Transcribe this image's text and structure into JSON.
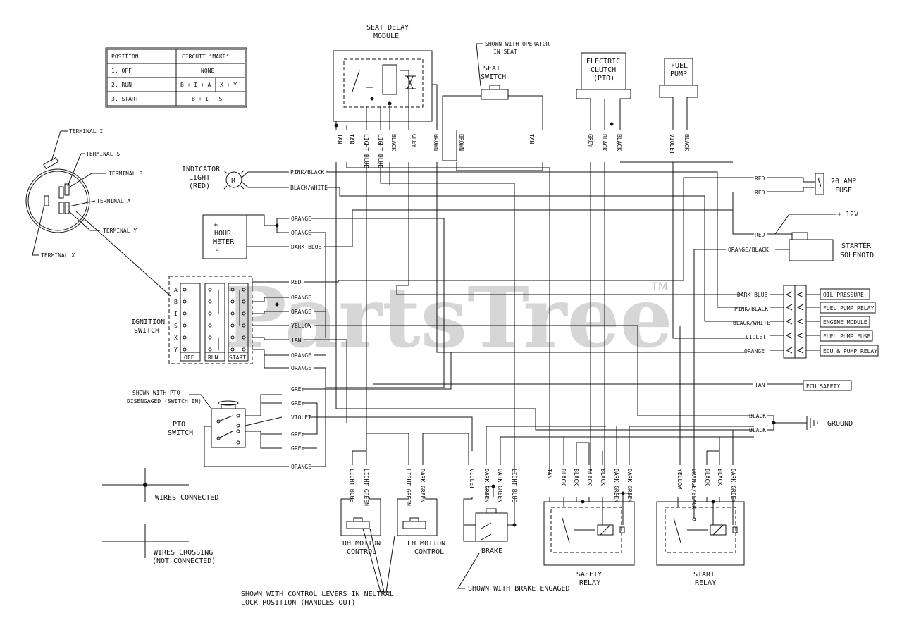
{
  "watermark": {
    "text": "PartsTree",
    "tm": "TM"
  },
  "position_table": {
    "headers": [
      "POSITION",
      "CIRCUIT \"MAKE\""
    ],
    "rows": [
      {
        "pos": "1. OFF",
        "c1": "NONE",
        "c2": ""
      },
      {
        "pos": "2. RUN",
        "c1": "B + I + A",
        "c2": "X + Y"
      },
      {
        "pos": "3. START",
        "c1": "B + I + S",
        "c2": ""
      }
    ]
  },
  "terminals": {
    "i": "TERMINAL I",
    "s": "TERMINAL S",
    "b": "TERMINAL B",
    "a": "TERMINAL A",
    "y": "TERMINAL Y",
    "x": "TERMINAL X"
  },
  "components": {
    "seat_delay": [
      "SEAT DELAY",
      "MODULE"
    ],
    "seat_note": [
      "SHOWN WITH OPERATOR",
      "IN SEAT"
    ],
    "seat_switch": [
      "SEAT",
      "SWITCH"
    ],
    "clutch": [
      "ELECTRIC",
      "CLUTCH",
      "(PTO)"
    ],
    "fuel_pump": [
      "FUEL",
      "PUMP"
    ],
    "indicator": [
      "INDICATOR",
      "LIGHT",
      "(RED)"
    ],
    "indicator_symbol": "R",
    "hour_meter": [
      "+",
      "HOUR",
      "METER",
      "-"
    ],
    "fuse": [
      "20 AMP",
      "FUSE"
    ],
    "plus12": "+ 12V",
    "starter": [
      "STARTER",
      "SOLENOID"
    ],
    "ignition": [
      "IGNITION",
      "SWITCH"
    ],
    "ign_letters": [
      "A",
      "B",
      "I",
      "S",
      "X",
      "Y"
    ],
    "ign_positions": [
      "OFF",
      "RUN",
      "START"
    ],
    "pto_note": [
      "SHOWN WITH PTO",
      "DISENGAGED (SWITCH IN)"
    ],
    "pto": [
      "PTO",
      "SWITCH"
    ],
    "ground": "GROUND",
    "rh_motion": [
      "RH MOTION",
      "CONTROL"
    ],
    "lh_motion": [
      "LH MOTION",
      "CONTROL"
    ],
    "brake": "BRAKE",
    "safety_relay": [
      "SAFETY",
      "RELAY"
    ],
    "start_relay": [
      "START",
      "RELAY"
    ]
  },
  "connector_labels": [
    "OIL PRESSURE",
    "FUEL PUMP RELAY",
    "ENGINE MODULE",
    "FUEL PUMP FUSE",
    "ECU & PUMP RELAY"
  ],
  "ecu_safety": "ECU SAFETY",
  "legend": {
    "connected": "WIRES CONNECTED",
    "crossing": [
      "WIRES CROSSING",
      "(NOT CONNECTED)"
    ]
  },
  "notes": {
    "levers": [
      "SHOWN WITH CONTROL LEVERS IN NEUTRAL",
      "LOCK POSITION (HANDLES OUT)"
    ],
    "brake": "SHOWN WITH BRAKE ENGAGED"
  },
  "wire_labels": {
    "top_module": [
      "TAN",
      "TAN",
      "LIGHT BLUE",
      "LIGHT BLUE",
      "BLACK",
      "GREY",
      "BROWN",
      "BROWN",
      "TAN"
    ],
    "top_clutch": [
      "GREY",
      "BLACK",
      "BLACK",
      "VIOLET",
      "BLACK"
    ],
    "indicator": [
      "PINK/BLACK",
      "BLACK/WHITE"
    ],
    "hour_meter": [
      "ORANGE",
      "ORANGE",
      "DARK BLUE"
    ],
    "ignition": [
      "RED",
      "ORANGE",
      "ORANGE",
      "YELLOW",
      "TAN",
      "ORANGE",
      "ORANGE"
    ],
    "pto": [
      "GREY",
      "GREY",
      "VIOLET",
      "GREY",
      "GREY",
      "ORANGE"
    ],
    "fuse": [
      "RED",
      "RED",
      "RED",
      "ORANGE/BLACK"
    ],
    "connector": [
      "DARK BLUE",
      "PINK/BLACK",
      "BLACK/WHITE",
      "VIOLET",
      "ORANGE"
    ],
    "ecu_tan": "TAN",
    "ground": [
      "BLACK",
      "BLACK"
    ],
    "bottom_left": [
      "LIGHT BLUE",
      "LIGHT GREEN",
      "LIGHT GREEN",
      "DARK GREEN",
      "VIOLET",
      "DARK GREEN",
      "DARK GREEN",
      "LIGHT BLUE"
    ],
    "bottom_right": [
      "TAN",
      "BLACK",
      "BLACK",
      "BLACK",
      "BLACK",
      "DARK GREEN",
      "DARK GREEN",
      "YELLOW",
      "ORANGE/BLACK",
      "BLACK",
      "BLACK",
      "DARK GREEN"
    ]
  }
}
